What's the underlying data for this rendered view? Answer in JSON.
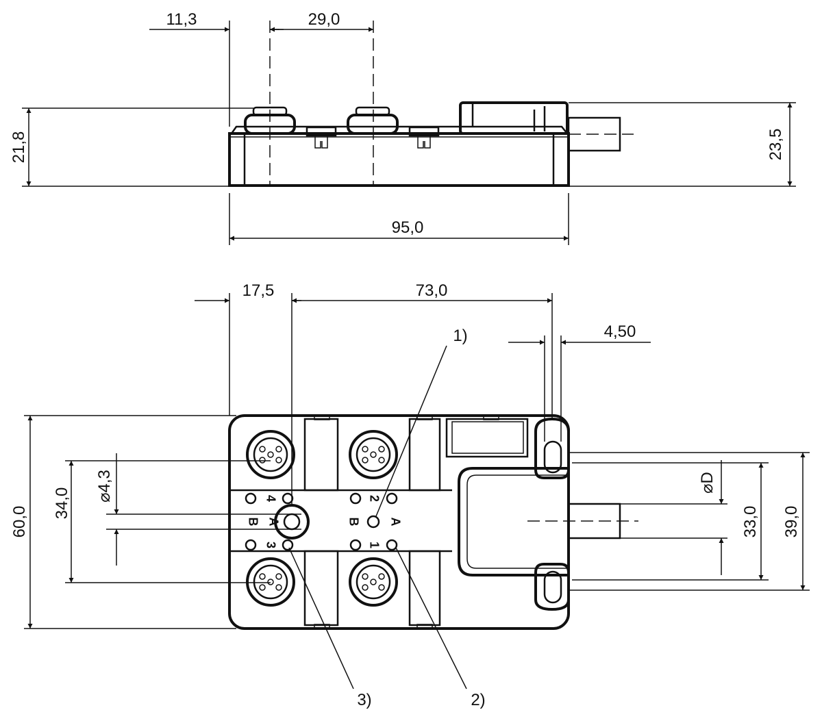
{
  "dimensions": {
    "top_view": {
      "offset_first_port": "11,3",
      "port_pitch": "29,0",
      "height_left": "21,8",
      "height_right": "23,5",
      "total_length": "95,0"
    },
    "front_view": {
      "offset_first_port": "17,5",
      "hole_spacing_length": "73,0",
      "slot_width": "4,50",
      "total_height": "60,0",
      "port_row_spacing": "34,0",
      "hole_diameter": "⌀4,3",
      "cable_diameter": "⌀D",
      "span_33": "33,0",
      "span_39": "39,0"
    }
  },
  "callouts": [
    "1)",
    "2)",
    "3)"
  ],
  "port_labels": {
    "numbers": [
      "1",
      "2",
      "3",
      "4"
    ],
    "letters": [
      "A",
      "B"
    ]
  }
}
